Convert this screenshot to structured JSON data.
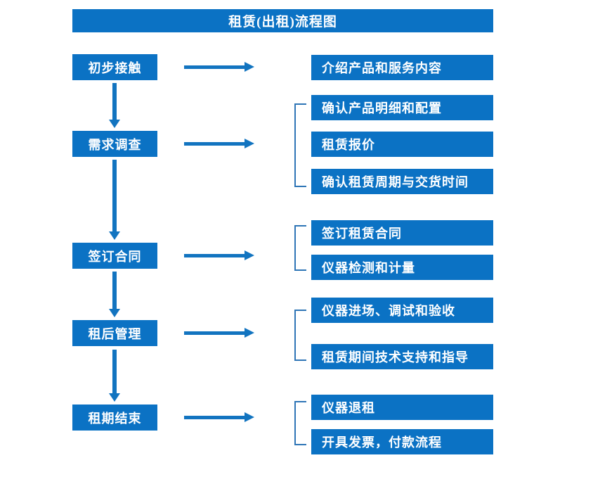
{
  "diagram": {
    "title": "租赁(出租)流程图",
    "colors": {
      "box_fill": "#0B72C4",
      "arrow": "#1274C0",
      "bracket": "#2E75B6",
      "text": "#FFFFFF",
      "background": "#FFFFFF"
    },
    "stages": [
      {
        "id": "stage-1",
        "label": "初步接触",
        "details": [
          "介绍产品和服务内容"
        ],
        "has_bracket": false
      },
      {
        "id": "stage-2",
        "label": "需求调查",
        "details": [
          "确认产品明细和配置",
          "租赁报价",
          "确认租赁周期与交货时间"
        ],
        "has_bracket": true
      },
      {
        "id": "stage-3",
        "label": "签订合同",
        "details": [
          "签订租赁合同",
          "仪器检测和计量"
        ],
        "has_bracket": true
      },
      {
        "id": "stage-4",
        "label": "租后管理",
        "details": [
          "仪器进场、调试和验收",
          "租赁期间技术支持和指导"
        ],
        "has_bracket": true
      },
      {
        "id": "stage-5",
        "label": "租期结束",
        "details": [
          "仪器退租",
          "开具发票，付款流程"
        ],
        "has_bracket": true
      }
    ],
    "detail_boxes": [
      "介绍产品和服务内容",
      "确认产品明细和配置",
      "租赁报价",
      "确认租赁周期与交货时间",
      "签订租赁合同",
      "仪器检测和计量",
      "仪器进场、调试和验收",
      "租赁期间技术支持和指导",
      "仪器退租",
      "开具发票，付款流程"
    ],
    "connectors": {
      "vertical_arrow_count": 4,
      "horizontal_arrow_count": 5,
      "bracket_count": 4
    }
  }
}
